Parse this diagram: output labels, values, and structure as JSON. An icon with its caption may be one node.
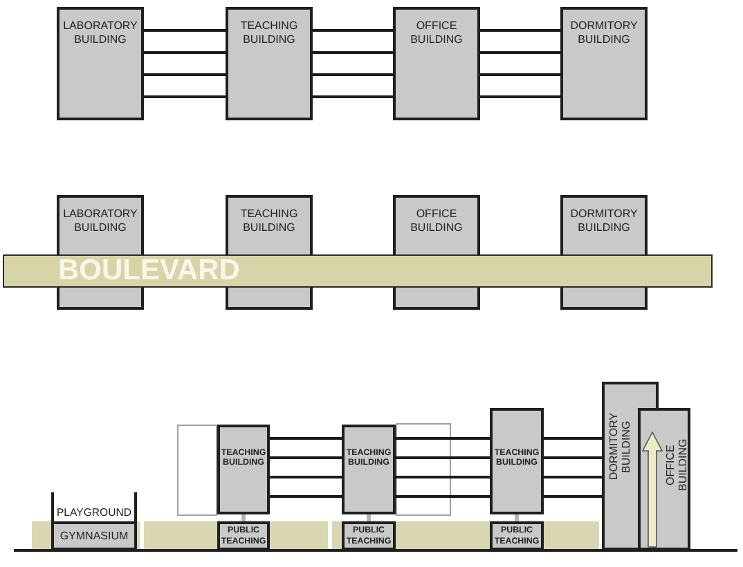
{
  "diagram": {
    "nodes": [
      {
        "text": [
          "LABORATORY BUILDING"
        ]
      },
      {
        "text": [
          "TEACHING BUILDING"
        ]
      },
      {
        "text": [
          "OFFICE BUILDING"
        ]
      },
      {
        "text": [
          "DORMITORY BUILDING"
        ]
      },
      {
        "text": [
          "LABORATORY BUILDING"
        ]
      },
      {
        "text": [
          "TEACHING BUILDING"
        ]
      },
      {
        "text": [
          "OFFICE BUILDING"
        ]
      },
      {
        "text": [
          "DORMITORY BUILDING"
        ]
      },
      {
        "text": [
          "BOULEVARD"
        ]
      },
      {
        "text": [
          "PLAYGROUND"
        ]
      },
      {
        "text": [
          "GYMNASIUM"
        ]
      },
      {
        "text": [
          "TEACHING BUILDING"
        ]
      },
      {
        "text": [
          "PUBLIC TEACHING"
        ]
      },
      {
        "text": [
          "TEACHING BUILDING"
        ]
      },
      {
        "text": [
          "PUBLIC TEACHING"
        ]
      },
      {
        "text": [
          "TEACHING BUILDING"
        ]
      },
      {
        "text": [
          "PUBLIC TEACHING"
        ]
      },
      {
        "text": [
          "DORMITORY BUILDING"
        ]
      },
      {
        "text": [
          "OFFICE BUILDING"
        ]
      }
    ],
    "edges": [
      {
        "from": 0,
        "to": 1,
        "arrow": "none"
      },
      {
        "from": 0,
        "to": 1,
        "arrow": "none"
      },
      {
        "from": 0,
        "to": 1,
        "arrow": "none"
      },
      {
        "from": 0,
        "to": 1,
        "arrow": "none"
      },
      {
        "from": 1,
        "to": 2,
        "arrow": "none"
      },
      {
        "from": 1,
        "to": 2,
        "arrow": "none"
      },
      {
        "from": 1,
        "to": 2,
        "arrow": "none"
      },
      {
        "from": 1,
        "to": 2,
        "arrow": "none"
      },
      {
        "from": 2,
        "to": 3,
        "arrow": "none"
      },
      {
        "from": 2,
        "to": 3,
        "arrow": "none"
      },
      {
        "from": 2,
        "to": 3,
        "arrow": "none"
      },
      {
        "from": 2,
        "to": 3,
        "arrow": "none"
      },
      {
        "from": 11,
        "to": 13,
        "arrow": "none"
      },
      {
        "from": 11,
        "to": 13,
        "arrow": "none"
      },
      {
        "from": 11,
        "to": 13,
        "arrow": "none"
      },
      {
        "from": 11,
        "to": 13,
        "arrow": "none"
      },
      {
        "from": 13,
        "to": 15,
        "arrow": "none"
      },
      {
        "from": 13,
        "to": 15,
        "arrow": "none"
      },
      {
        "from": 13,
        "to": 15,
        "arrow": "none"
      },
      {
        "from": 13,
        "to": 15,
        "arrow": "none"
      },
      {
        "from": 15,
        "to": 17,
        "arrow": "none"
      },
      {
        "from": 15,
        "to": 17,
        "arrow": "none"
      },
      {
        "from": 15,
        "to": 17,
        "arrow": "none"
      },
      {
        "from": 15,
        "to": 17,
        "arrow": "none"
      },
      {
        "from": 11,
        "to": 12,
        "arrow": "none",
        "color": "#b5b5b5"
      },
      {
        "from": 13,
        "to": 14,
        "arrow": "none",
        "color": "#b5b5b5"
      },
      {
        "from": 15,
        "to": 16,
        "arrow": "none",
        "color": "#b5b5b5"
      }
    ]
  }
}
